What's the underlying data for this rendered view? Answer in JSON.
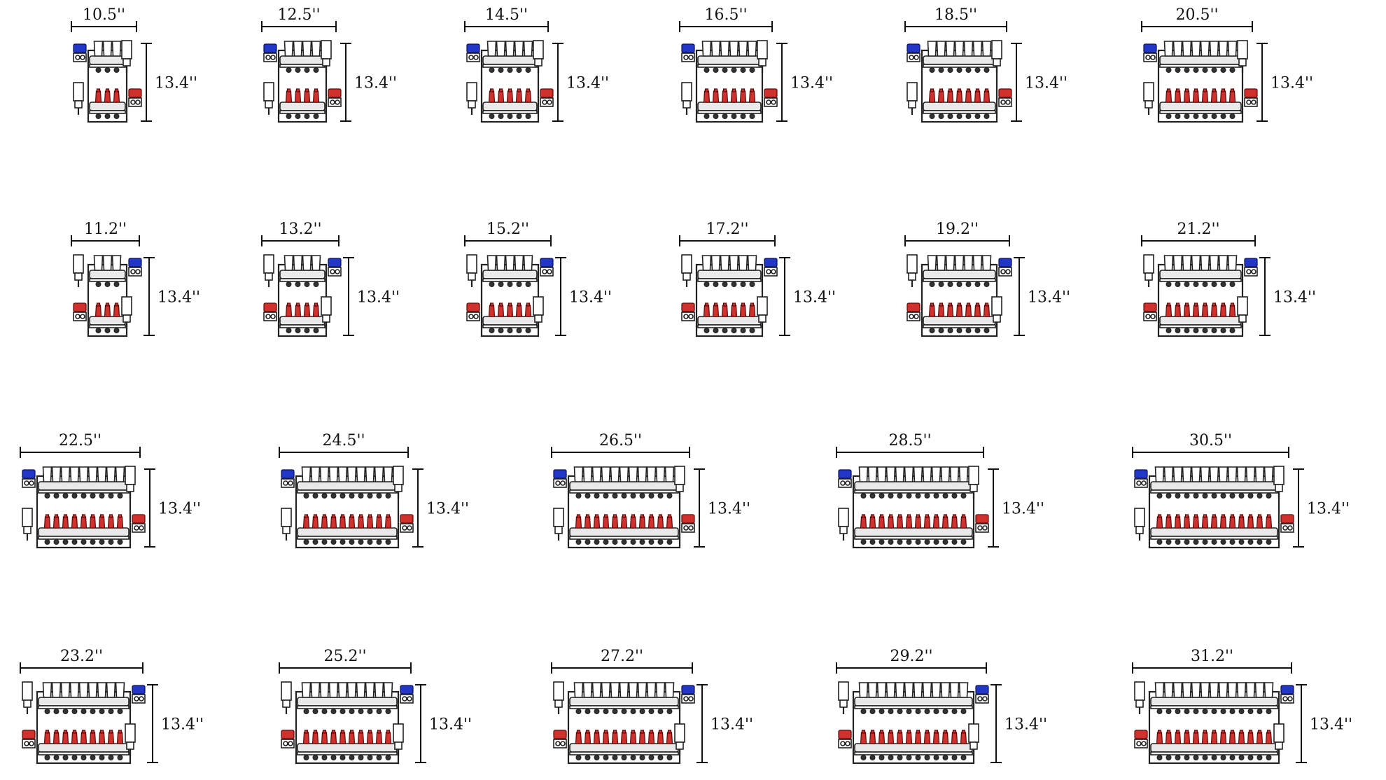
{
  "height_label": "13.4''",
  "colors": {
    "supply_valve": "#d0312d",
    "return_valve": "#2236c8",
    "line": "#222222"
  },
  "rows": [
    {
      "variant": "blue-left",
      "items": [
        {
          "width_label": "10.5''",
          "loops": 3
        },
        {
          "width_label": "12.5''",
          "loops": 4
        },
        {
          "width_label": "14.5''",
          "loops": 5
        },
        {
          "width_label": "16.5''",
          "loops": 6
        },
        {
          "width_label": "18.5''",
          "loops": 7
        },
        {
          "width_label": "20.5''",
          "loops": 8
        }
      ]
    },
    {
      "variant": "blue-right",
      "items": [
        {
          "width_label": "11.2''",
          "loops": 3
        },
        {
          "width_label": "13.2''",
          "loops": 4
        },
        {
          "width_label": "15.2''",
          "loops": 5
        },
        {
          "width_label": "17.2''",
          "loops": 6
        },
        {
          "width_label": "19.2''",
          "loops": 7
        },
        {
          "width_label": "21.2''",
          "loops": 8
        }
      ]
    },
    {
      "variant": "blue-left",
      "items": [
        {
          "width_label": "22.5''",
          "loops": 9
        },
        {
          "width_label": "24.5''",
          "loops": 10
        },
        {
          "width_label": "26.5''",
          "loops": 11
        },
        {
          "width_label": "28.5''",
          "loops": 12
        },
        {
          "width_label": "30.5''",
          "loops": 13
        }
      ]
    },
    {
      "variant": "blue-right",
      "items": [
        {
          "width_label": "23.2''",
          "loops": 9
        },
        {
          "width_label": "25.2''",
          "loops": 10
        },
        {
          "width_label": "27.2''",
          "loops": 11
        },
        {
          "width_label": "29.2''",
          "loops": 12
        },
        {
          "width_label": "31.2''",
          "loops": 13
        }
      ]
    }
  ]
}
